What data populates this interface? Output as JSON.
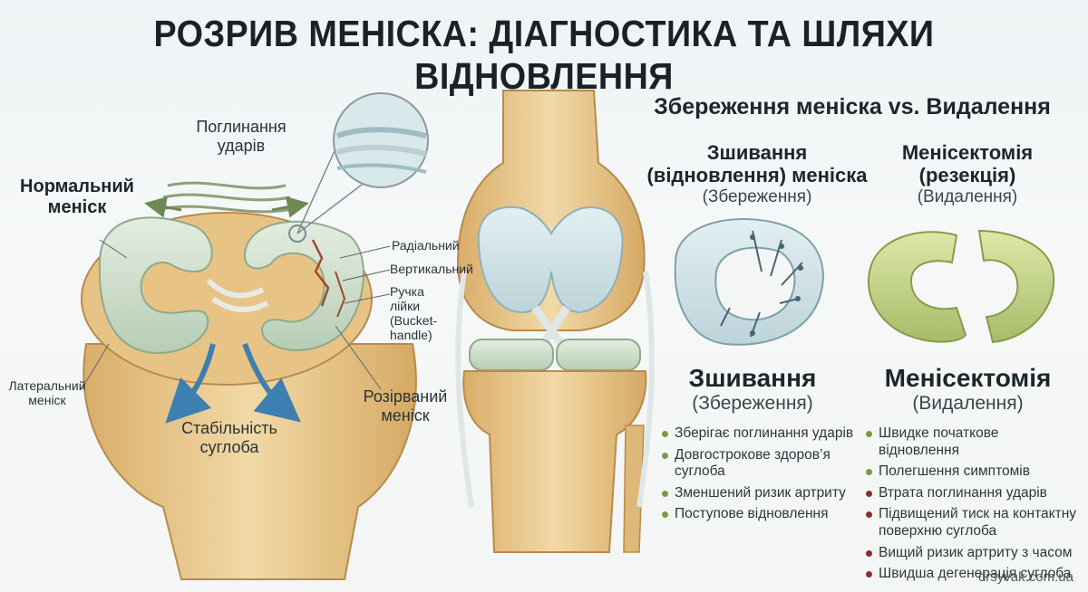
{
  "title": "РОЗРИВ МЕНІСКА: ДІАГНОСТИКА ТА ШЛЯХИ ВІДНОВЛЕННЯ",
  "left_diagram": {
    "normal_meniscus": "Нормальний меніск",
    "shock_absorption": "Поглинання ударів",
    "lateral_meniscus": "Латеральний меніск",
    "joint_stability": "Стабільність суглоба",
    "torn_meniscus": "Розірваний меніск",
    "tear_types": {
      "radial": "Радіальний",
      "vertical": "Вертикальний",
      "bucket_handle": "Ручка лійки (Bucket-handle)"
    }
  },
  "comparison": {
    "heading": "Збереження меніска vs. Видалення",
    "repair": {
      "title": "Зшивання (відновлення) меніска",
      "subtitle": "(Збереження)",
      "big_title": "Зшивання",
      "big_subtitle": "(Збереження)",
      "bullets": [
        "Зберігає поглинання ударів",
        "Довгострокове здоров’я суглоба",
        "Зменшений ризик артриту",
        "Поступове відновлення"
      ],
      "bullet_colors": [
        "#7a9a4a",
        "#7a9a4a",
        "#7a9a4a",
        "#7a9a4a"
      ]
    },
    "meniscectomy": {
      "title": "Менісектомія (резекція)",
      "subtitle": "(Видалення)",
      "big_title": "Менісектомія",
      "big_subtitle": "(Видалення)",
      "bullets": [
        "Швидке початкове відновлення",
        "Полегшення симптомів",
        "Втрата поглинання ударів",
        "Підвищений тиск на контактну поверхню суглоба",
        "Вищий ризик артриту з часом",
        "Швидша дегенерація суглоба"
      ],
      "bullet_colors": [
        "#7a9a4a",
        "#7a9a4a",
        "#8a2d2d",
        "#8a2d2d",
        "#8a2d2d",
        "#8a2d2d"
      ]
    }
  },
  "footer": "drsyvak.com.ua",
  "colors": {
    "bone": "#e9c98b",
    "cartilage": "#cfe0e3",
    "meniscus": "#c9dcc6",
    "resected": "#c9d98f",
    "arrow": "#3d7fb0"
  }
}
